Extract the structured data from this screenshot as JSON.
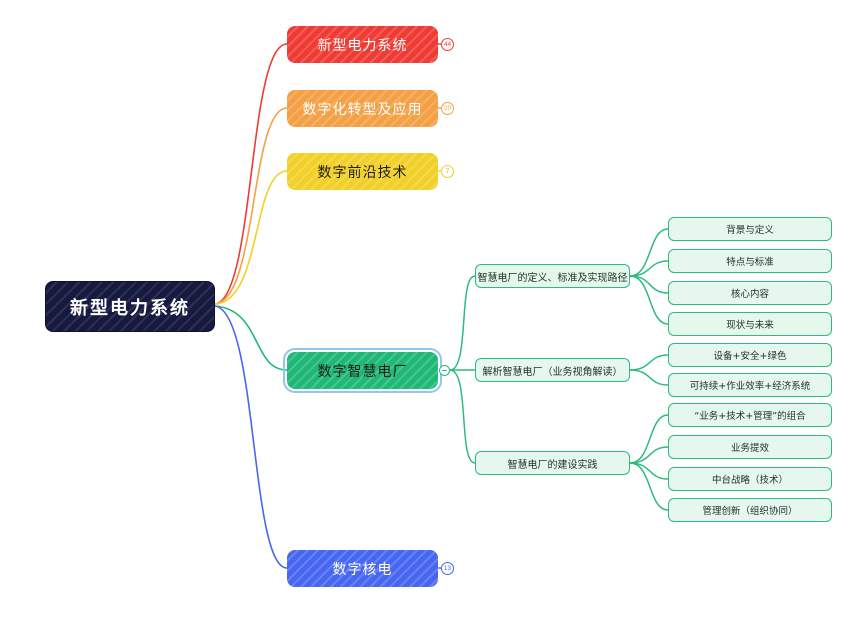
{
  "colors": {
    "root": "#151a3e",
    "red": "#ef3b34",
    "orange": "#f4a044",
    "yellow": "#f2d02a",
    "green": "#1fb877",
    "blue": "#4766f2",
    "green_light": "#e6f7ee"
  },
  "root": {
    "label": "新型电力系统"
  },
  "topics": [
    {
      "label": "新型电力系统",
      "count": "44",
      "color": "#ef3b34"
    },
    {
      "label": "数字化转型及应用",
      "count": "20",
      "color": "#f4a044"
    },
    {
      "label": "数字前沿技术",
      "count": "7",
      "color": "#f2d02a"
    },
    {
      "label": "数字智慧电厂",
      "color": "#1fb877"
    },
    {
      "label": "数字核电",
      "count": "13",
      "color": "#4766f2"
    }
  ],
  "subtopics": [
    {
      "label": "智慧电厂的定义、标准及实现路径"
    },
    {
      "label": "解析智慧电厂（业务视角解读）"
    },
    {
      "label": "智慧电厂的建设实践"
    }
  ],
  "leaves": [
    {
      "label": "背景与定义"
    },
    {
      "label": "特点与标准"
    },
    {
      "label": "核心内容"
    },
    {
      "label": "现状与未来"
    },
    {
      "label": "设备+安全+绿色"
    },
    {
      "label": "可持续+作业效率+经济系统"
    },
    {
      "label": "“业务+技术+管理”的组合"
    },
    {
      "label": "业务提效"
    },
    {
      "label": "中台战略（技术）"
    },
    {
      "label": "管理创新（组织协同）"
    }
  ]
}
